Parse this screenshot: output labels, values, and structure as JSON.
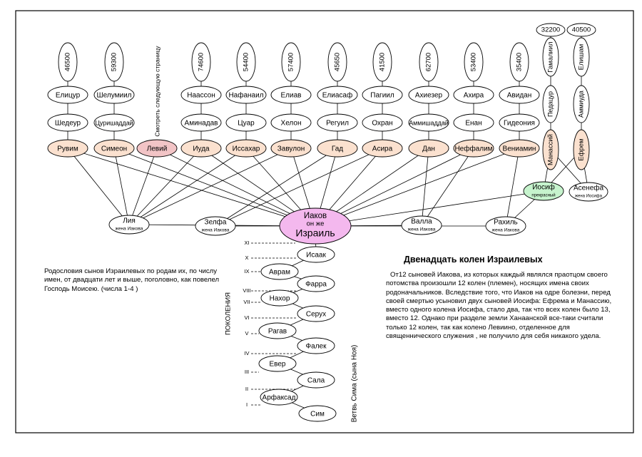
{
  "colors": {
    "plain": "#ffffff",
    "son": "#fbe1cf",
    "levi": "#f2c4c6",
    "israel": "#f4b8ee",
    "joseph": "#c6f3cd",
    "stroke": "#000000",
    "frame": "#000000"
  },
  "sons": [
    {
      "name": "Рувим",
      "prince": "Елицур",
      "father": "Шедеур",
      "count": "46500"
    },
    {
      "name": "Симеон",
      "prince": "Шелумиил",
      "father": "Цуришаддай",
      "count": "59300"
    },
    {
      "name": "Левий",
      "prince": "",
      "father": "",
      "count": "",
      "note": "Смотреть следующую страницу"
    },
    {
      "name": "Иуда",
      "prince": "Наассон",
      "father": "Аминадав",
      "count": "74600"
    },
    {
      "name": "Иссахар",
      "prince": "Нафанаил",
      "father": "Цуар",
      "count": "54400"
    },
    {
      "name": "Завулон",
      "prince": "Елиав",
      "father": "Хелон",
      "count": "57400"
    },
    {
      "name": "Гад",
      "prince": "Елиасаф",
      "father": "Регуил",
      "count": "45650"
    },
    {
      "name": "Асира",
      "prince": "Пагиил",
      "father": "Охран",
      "count": "41500"
    },
    {
      "name": "Дан",
      "prince": "Ахиезер",
      "father": "Аммишаддай",
      "count": "62700"
    },
    {
      "name": "Неффалим",
      "prince": "Ахира",
      "father": "Енан",
      "count": "53400"
    },
    {
      "name": "Вениамин",
      "prince": "Авидан",
      "father": "Гидеония",
      "count": "35400"
    }
  ],
  "joseph_sons": [
    {
      "name": "Манассий",
      "father": "Педацур",
      "prince": "Гамалиил",
      "count": "32200"
    },
    {
      "name": "Ефрем",
      "father": "Аммиуда",
      "prince": "Елишам",
      "count": "40500"
    }
  ],
  "joseph": {
    "name": "Иосиф",
    "epithet": "прекрасный"
  },
  "asenath": {
    "name": "Асенефа",
    "sub": "жена Иосифа"
  },
  "wives": [
    {
      "name": "Лия",
      "sub": "жена Иакова"
    },
    {
      "name": "Зелфа",
      "sub": "жена Иакова"
    },
    {
      "name": "Валла",
      "sub": "жена Иакова"
    },
    {
      "name": "Рахиль",
      "sub": "жена Иакова"
    }
  ],
  "jacob": {
    "line1": "Иаков",
    "line2": "он же",
    "line3": "Израиль"
  },
  "ancestors": [
    "Исаак",
    "Аврам",
    "Фарра",
    "Нахор",
    "Серух",
    "Рагав",
    "Фалек",
    "Евер",
    "Сала",
    "Арфаксад",
    "Сим"
  ],
  "generation_numerals": [
    "XI",
    "X",
    "IX",
    "VIII",
    "VII",
    "VI",
    "V",
    "IV",
    "III",
    "II",
    "I"
  ],
  "labels": {
    "generations": "ПОКОЛЕНИЯ",
    "shem_branch": "Ветвь Сима (сына Ноя)"
  },
  "note_text": "Родословия сынов Израилевых по родам их, по числу имен, от двадцати лет и выше, поголовно, как повелел Господь Моисею. (числа 1-4 )",
  "story_title": "Двенадцать колен Израилевых",
  "story_text": "От12 сыновей Иакова, из которых каждый являлся праотцом своего потомства произошли 12 колен (племен), носящих имена своих родоначальников. Вследствие того, что Иаков на одре болезни, перед своей смертью усыновил двух сыновей Иосифа: Ефрема и Манассию, вместо одного колена Иосифа, стало два, так что всех колен было 13, вместо 12. Однако при разделе земли Ханаанской все-таки считали только 12 колен, так как колено Левиино, отделенное для священнического служения , не получило для себя никакого удела."
}
